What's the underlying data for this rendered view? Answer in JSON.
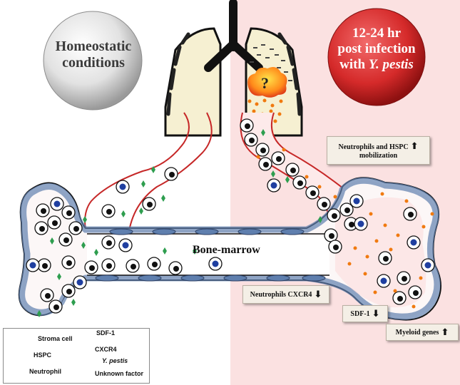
{
  "left_bubble": {
    "line1": "Homeostatic",
    "line2": "conditions"
  },
  "right_bubble": {
    "line1": "12-24 hr",
    "line2": "post infection",
    "line3_pre": "with ",
    "line3_em": "Y. pestis"
  },
  "question_mark": "?",
  "bone_marrow_label": "Bone-marrow",
  "boxes": {
    "mobilization_line1": "Neutrophils and HSPC",
    "mobilization_line2": "mobilization",
    "cxcr4": "Neutrophils CXCR4",
    "sdf1": "SDF-1",
    "myeloid": "Myeloid  genes"
  },
  "arrows": {
    "up": "⬆",
    "down": "⬇"
  },
  "legend": {
    "stroma": "Stroma cell",
    "sdf1": "SDF-1",
    "hspc": "HSPC",
    "cxcr4": "CXCR4",
    "ypestis": "Y. pestis",
    "neutrophil": "Neutrophil",
    "unknown": "Unknown factor"
  },
  "colors": {
    "infection_bg": "#fbe1e1",
    "vessel": "#c62828",
    "stroma": "#5f7fae",
    "sdf1": "#2e9e4f",
    "hspc_nucleus": "#1f3fa0",
    "unknown_factor": "#f07a10",
    "lung_fill": "#f6f0d2"
  }
}
